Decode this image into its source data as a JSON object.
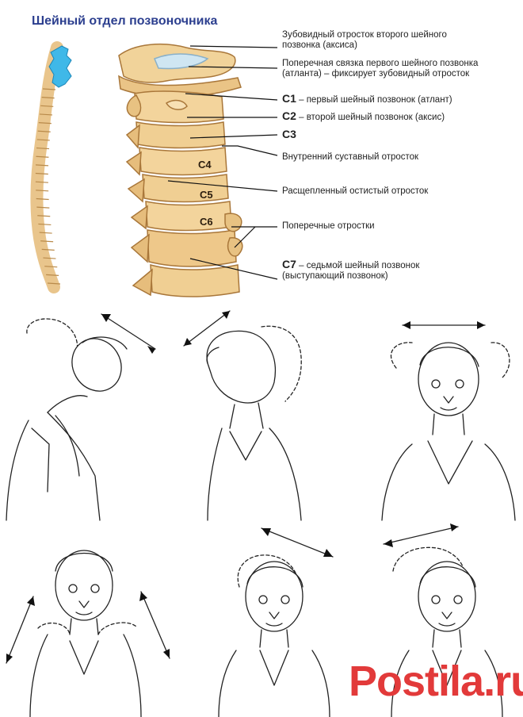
{
  "title": "Шейный отдел позвоночника",
  "labels": [
    {
      "text": "Зубовидный отросток второго шейного позвонка (аксиса)"
    },
    {
      "text": "Поперечная связка первого шейного позвонка (атланта) – фиксирует зубовидный отросток"
    },
    {
      "code": "C1",
      "text": " – первый шейный позвонок (атлант)"
    },
    {
      "code": "C2",
      "text": " – второй шейный позвонок (аксис)"
    },
    {
      "code": "C3",
      "text": ""
    },
    {
      "text": "Внутренний суставный отросток"
    },
    {
      "text": "Расщепленный остистый отросток"
    },
    {
      "text": "Поперечные отростки"
    },
    {
      "code": "C7",
      "text": " – седьмой шейный позвонок (выступающий позвонок)"
    }
  ],
  "vertebra_labels": [
    "C4",
    "C5",
    "C6"
  ],
  "watermark": {
    "prefix": "P",
    "name": "ostila",
    "dot": ".",
    "tld": "ru"
  },
  "colors": {
    "title": "#2c3f8f",
    "bone": "#f1cf91",
    "bone_shadow": "#c99550",
    "highlight": "#3fb8e8",
    "watermark": "#e23a3a"
  }
}
